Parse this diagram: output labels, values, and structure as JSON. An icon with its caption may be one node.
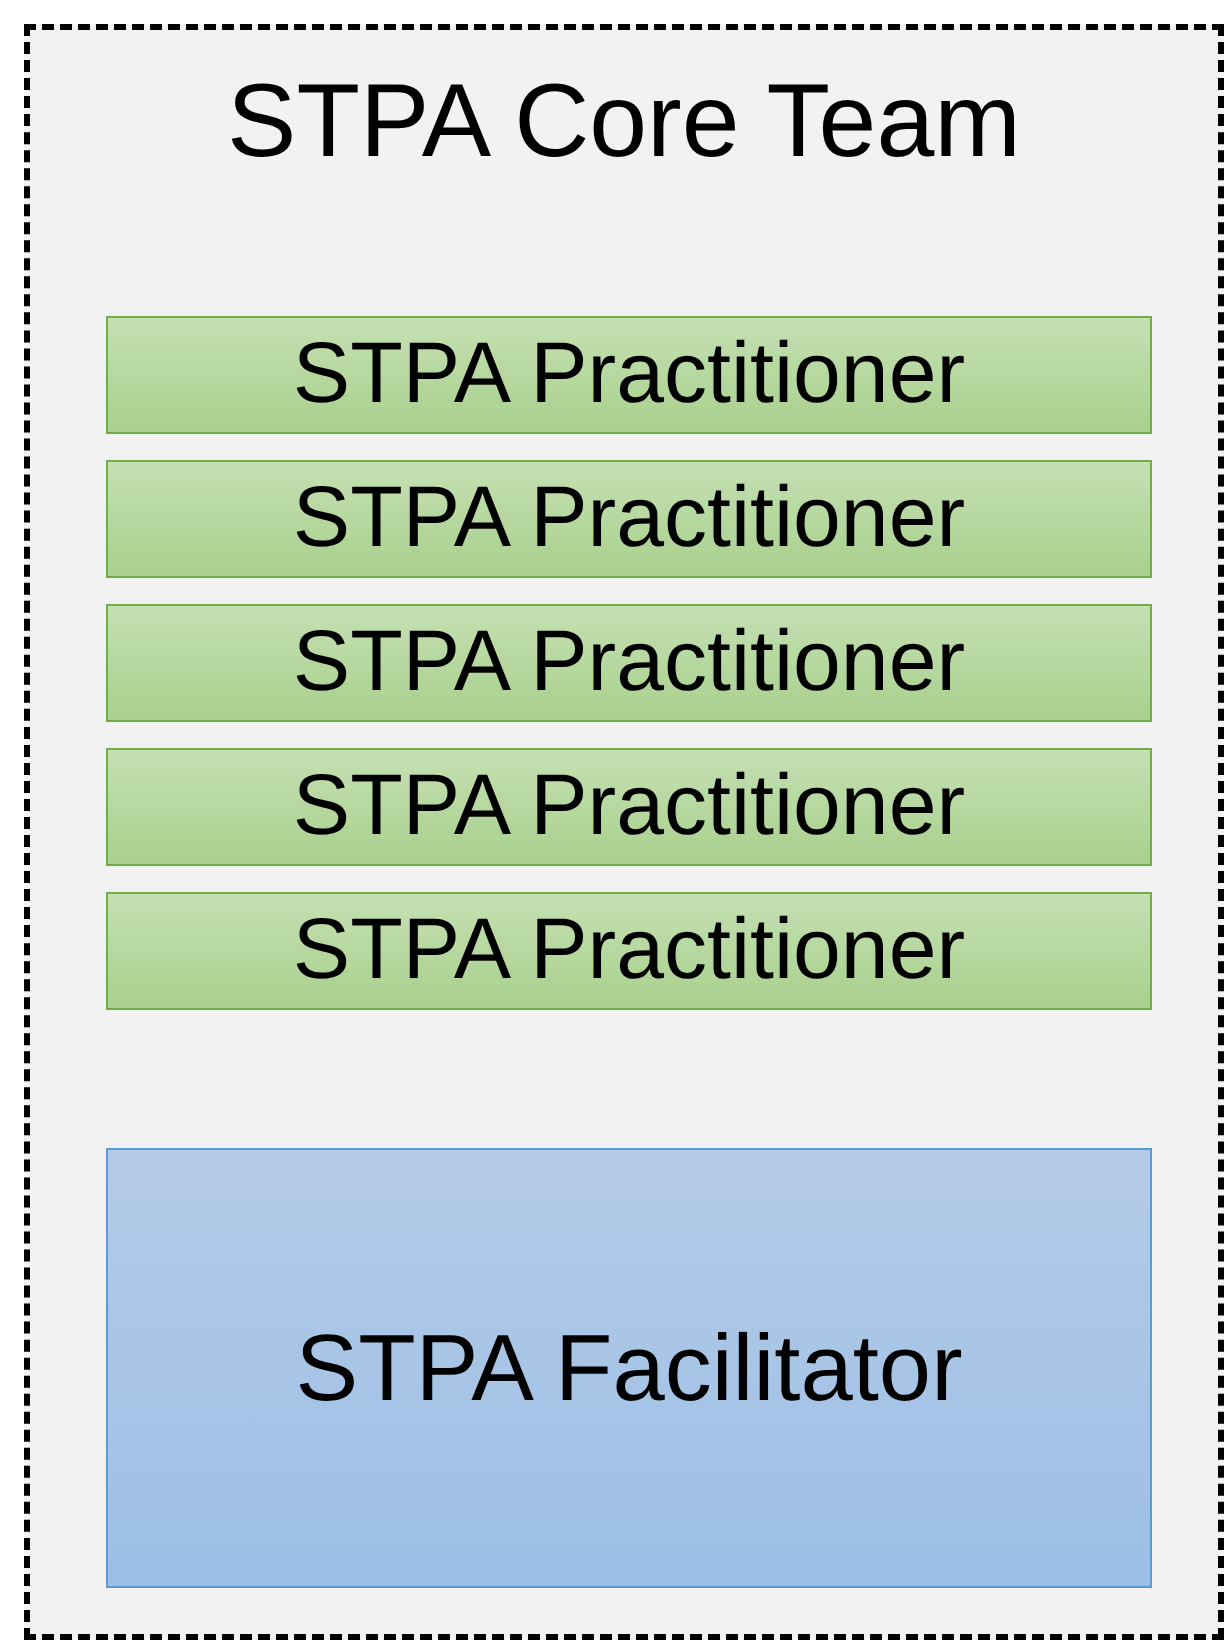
{
  "diagram": {
    "nodes": [
      {
        "text": [
          "STPA Core Team"
        ]
      },
      {
        "text": [
          "STPA Practitioner"
        ],
        "in": 0
      },
      {
        "text": [
          "STPA Practitioner"
        ],
        "in": 0
      },
      {
        "text": [
          "STPA Practitioner"
        ],
        "in": 0
      },
      {
        "text": [
          "STPA Practitioner"
        ],
        "in": 0
      },
      {
        "text": [
          "STPA Practitioner"
        ],
        "in": 0
      },
      {
        "text": [
          "STPA Facilitator"
        ],
        "in": 0
      }
    ]
  }
}
